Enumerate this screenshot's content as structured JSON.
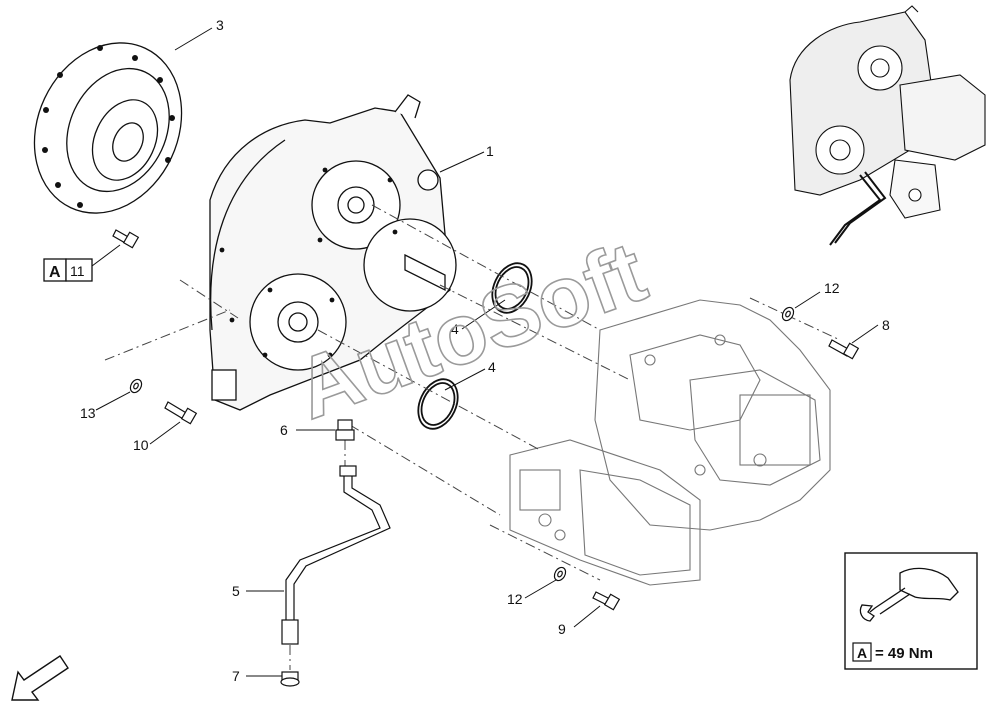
{
  "callouts": {
    "c1": "1",
    "c3": "3",
    "c4a": "4",
    "c4b": "4",
    "c5": "5",
    "c6": "6",
    "c7": "7",
    "c8": "8",
    "c9": "9",
    "c10": "10",
    "c12a": "12",
    "c12b": "12",
    "c13": "13"
  },
  "torque_ref": {
    "letter": "A",
    "number": "11"
  },
  "torque_spec": {
    "letter": "A",
    "value": "= 49 Nm"
  },
  "watermark": "AutoSoft",
  "icons": [
    "front-direction-arrow-icon",
    "wrench-hand-icon"
  ]
}
